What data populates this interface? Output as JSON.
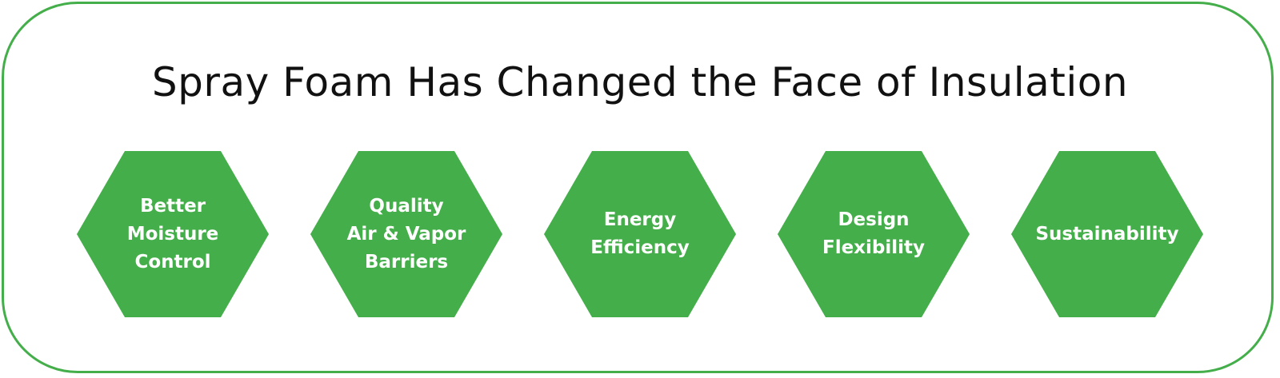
{
  "title": "Spray Foam Has Changed the Face of Insulation",
  "colors": {
    "accent": "#44ae4a",
    "text": "#111111",
    "hex_text": "#ffffff"
  },
  "hexagons": [
    {
      "label": "Better\nMoisture\nControl"
    },
    {
      "label": "Quality\nAir & Vapor\nBarriers"
    },
    {
      "label": "Energy\nEfficiency"
    },
    {
      "label": "Design\nFlexibility"
    },
    {
      "label": "Sustainability"
    }
  ]
}
